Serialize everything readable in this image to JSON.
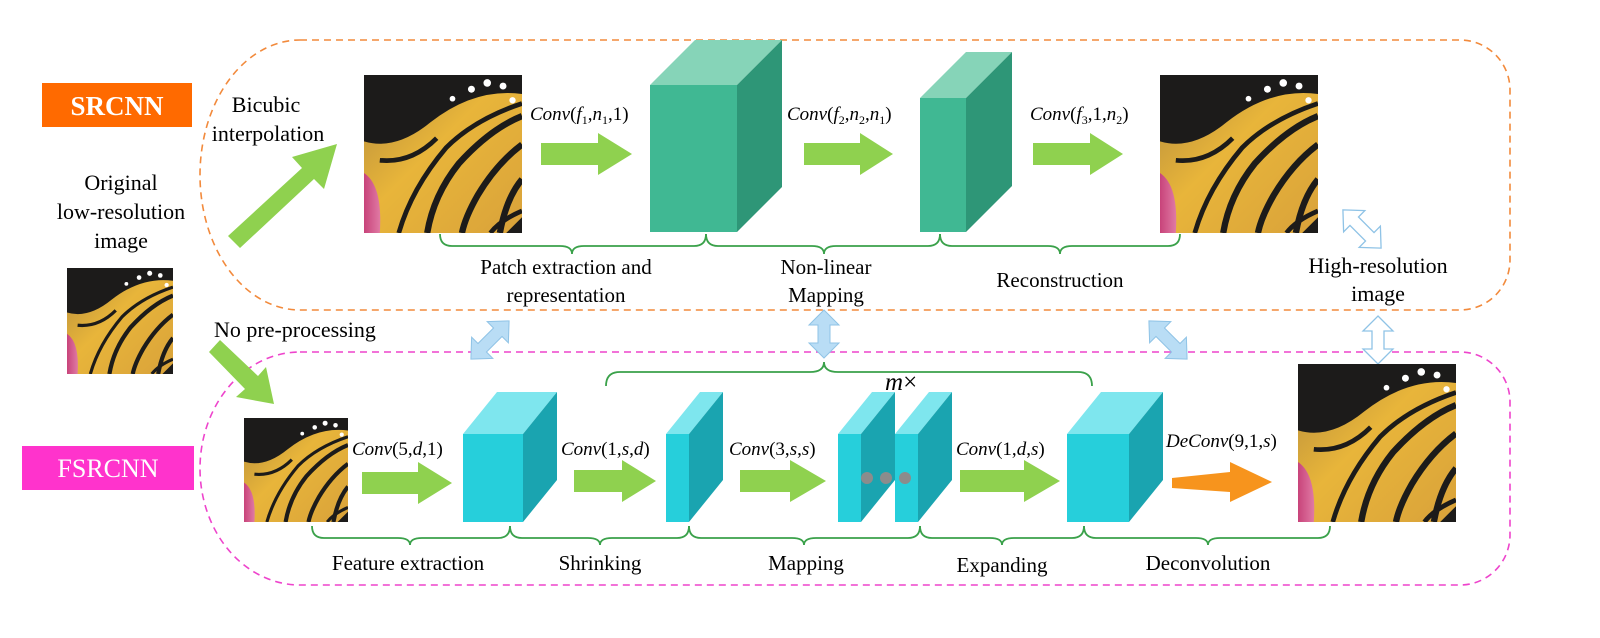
{
  "srcnn": {
    "badge": "SRCNN",
    "badge_color": "#ff6a00",
    "border_color": "#f28a3c",
    "bicubic_line1": "Bicubic",
    "bicubic_line2": "interpolation",
    "conv1_fn": "Conv",
    "conv1_open": "(",
    "conv1_a": "f",
    "conv1_a_sub": "1",
    "conv1_sep1": ",",
    "conv1_b": "n",
    "conv1_b_sub": "1",
    "conv1_tail": ",1)",
    "conv2_fn": "Conv",
    "conv2_open": "(",
    "conv2_a": "f",
    "conv2_a_sub": "2",
    "conv2_sep1": ",",
    "conv2_b": "n",
    "conv2_b_sub": "2",
    "conv2_sep2": ",",
    "conv2_c": "n",
    "conv2_c_sub": "1",
    "conv2_close": ")",
    "conv3_fn": "Conv",
    "conv3_open": "(",
    "conv3_a": "f",
    "conv3_a_sub": "3",
    "conv3_mid": ",1,",
    "conv3_b": "n",
    "conv3_b_sub": "2",
    "conv3_close": ")",
    "stage1_line1": "Patch extraction and",
    "stage1_line2": "representation",
    "stage2_line1": "Non-linear",
    "stage2_line2": "Mapping",
    "stage3": "Reconstruction"
  },
  "input": {
    "line1": "Original",
    "line2": "low-resolution",
    "line3": "image",
    "no_preprocessing": "No pre-processing"
  },
  "output": {
    "line1": "High-resolution",
    "line2": "image"
  },
  "fsrcnn": {
    "badge": "FSRCNN",
    "badge_color": "#ff33cc",
    "border_color": "#ee44cc",
    "conv1_fn": "Conv",
    "conv1_args_a": "(5,",
    "conv1_d": "d",
    "conv1_tail": ",1)",
    "conv2_fn": "Conv",
    "conv2_args_a": "(1,",
    "conv2_s": "s",
    "conv2_sep": ",",
    "conv2_d": "d",
    "conv2_close": ")",
    "conv3_fn": "Conv",
    "conv3_args_a": "(3,",
    "conv3_s1": "s",
    "conv3_sep": ",",
    "conv3_s2": "s",
    "conv3_close": ")",
    "conv4_fn": "Conv",
    "conv4_args_a": "(1,",
    "conv4_d": "d",
    "conv4_sep": ",",
    "conv4_s": "s",
    "conv4_close": ")",
    "deconv_fn": "DeConv",
    "deconv_args_a": "(9,1,",
    "deconv_s": "s",
    "deconv_close": ")",
    "repeat_m": "m",
    "repeat_times": "×",
    "stage1": "Feature extraction",
    "stage2": "Shrinking",
    "stage3": "Mapping",
    "stage4": "Expanding",
    "stage5": "Deconvolution"
  },
  "colors": {
    "green_arrow": "#8fd14f",
    "orange_arrow": "#f7941d",
    "srcnn_cube_front": "#40b893",
    "srcnn_cube_side": "#2e9677",
    "srcnn_cube_top": "#86d4b8",
    "fsrcnn_cube_front": "#26cfdb",
    "fsrcnn_cube_side": "#1aa4b0",
    "fsrcnn_cube_top": "#7ee6ee",
    "brace": "#3aa14a",
    "double_arrow": "#b9ddf5"
  }
}
